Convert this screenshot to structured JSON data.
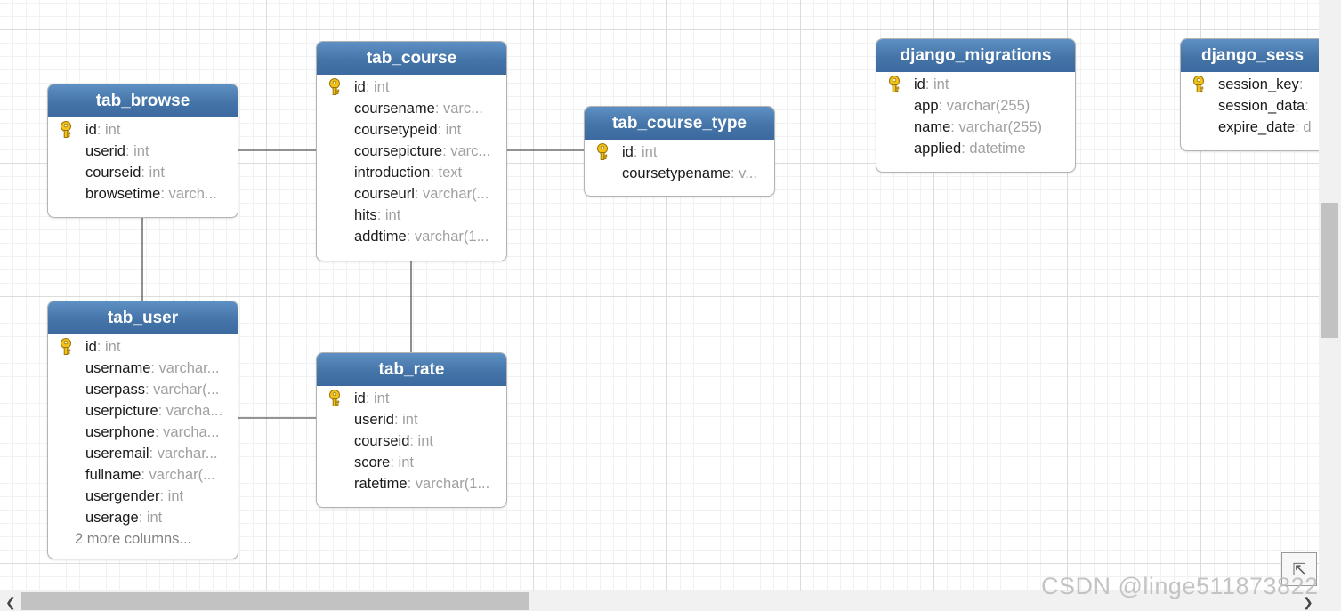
{
  "tables": [
    {
      "name": "tab_browse",
      "columns": [
        {
          "name": "id",
          "type": "int",
          "key": true
        },
        {
          "name": "userid",
          "type": "int"
        },
        {
          "name": "courseid",
          "type": "int"
        },
        {
          "name": "browsetime",
          "type": "varch..."
        }
      ]
    },
    {
      "name": "tab_course",
      "columns": [
        {
          "name": "id",
          "type": "int",
          "key": true
        },
        {
          "name": "coursename",
          "type": "varc..."
        },
        {
          "name": "coursetypeid",
          "type": "int"
        },
        {
          "name": "coursepicture",
          "type": "varc..."
        },
        {
          "name": "introduction",
          "type": "text"
        },
        {
          "name": "courseurl",
          "type": "varchar(..."
        },
        {
          "name": "hits",
          "type": "int"
        },
        {
          "name": "addtime",
          "type": "varchar(1..."
        }
      ]
    },
    {
      "name": "tab_course_type",
      "columns": [
        {
          "name": "id",
          "type": "int",
          "key": true
        },
        {
          "name": "coursetypename",
          "type": "v..."
        }
      ]
    },
    {
      "name": "django_migrations",
      "columns": [
        {
          "name": "id",
          "type": "int",
          "key": true
        },
        {
          "name": "app",
          "type": "varchar(255)"
        },
        {
          "name": "name",
          "type": "varchar(255)"
        },
        {
          "name": "applied",
          "type": "datetime"
        }
      ]
    },
    {
      "name": "django_sess",
      "columns": [
        {
          "name": "session_key",
          "type": "",
          "key": true
        },
        {
          "name": "session_data",
          "type": ""
        },
        {
          "name": "expire_date",
          "type": "d"
        }
      ]
    },
    {
      "name": "tab_user",
      "more": "2 more columns...",
      "columns": [
        {
          "name": "id",
          "type": "int",
          "key": true
        },
        {
          "name": "username",
          "type": "varchar..."
        },
        {
          "name": "userpass",
          "type": "varchar(..."
        },
        {
          "name": "userpicture",
          "type": "varcha..."
        },
        {
          "name": "userphone",
          "type": "varcha..."
        },
        {
          "name": "useremail",
          "type": "varchar..."
        },
        {
          "name": "fullname",
          "type": "varchar(..."
        },
        {
          "name": "usergender",
          "type": "int"
        },
        {
          "name": "userage",
          "type": "int"
        }
      ]
    },
    {
      "name": "tab_rate",
      "columns": [
        {
          "name": "id",
          "type": "int",
          "key": true
        },
        {
          "name": "userid",
          "type": "int"
        },
        {
          "name": "courseid",
          "type": "int"
        },
        {
          "name": "score",
          "type": "int"
        },
        {
          "name": "ratetime",
          "type": "varchar(1..."
        }
      ]
    }
  ],
  "relations": [
    {
      "from": "tab_browse",
      "to": "tab_course"
    },
    {
      "from": "tab_course",
      "to": "tab_course_type"
    },
    {
      "from": "tab_browse",
      "to": "tab_user"
    },
    {
      "from": "tab_course",
      "to": "tab_rate"
    },
    {
      "from": "tab_user",
      "to": "tab_rate"
    }
  ],
  "watermark": "CSDN @linge511873822",
  "colors": {
    "header": "#4a7bb0",
    "type_text": "#a0a0a0",
    "key_icon": "#f0c419"
  },
  "icons": {
    "primary_key": "key-icon",
    "scroll_left": "chevron-left-icon",
    "scroll_right": "chevron-right-icon",
    "navigator": "expand-arrow-icon"
  }
}
